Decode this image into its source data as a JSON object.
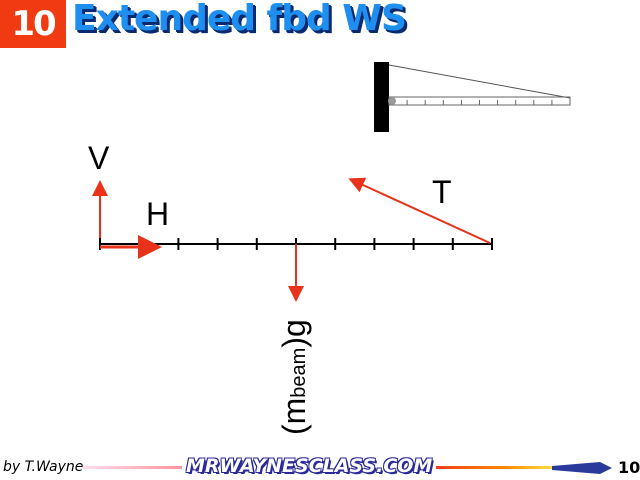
{
  "header": {
    "slide_number": "10",
    "title": "Extended fbd WS"
  },
  "diagram": {
    "labels": {
      "vertical": "V",
      "horizontal": "H",
      "tension": "T",
      "weight_main": "(m",
      "weight_sub": "beam",
      "weight_end": ")g"
    },
    "arrow_color": "#e8321a",
    "beam_segments": 10
  },
  "footer": {
    "author": "by T.Wayne",
    "site": "MRWAYNESCLASS.COM",
    "page": "10"
  }
}
